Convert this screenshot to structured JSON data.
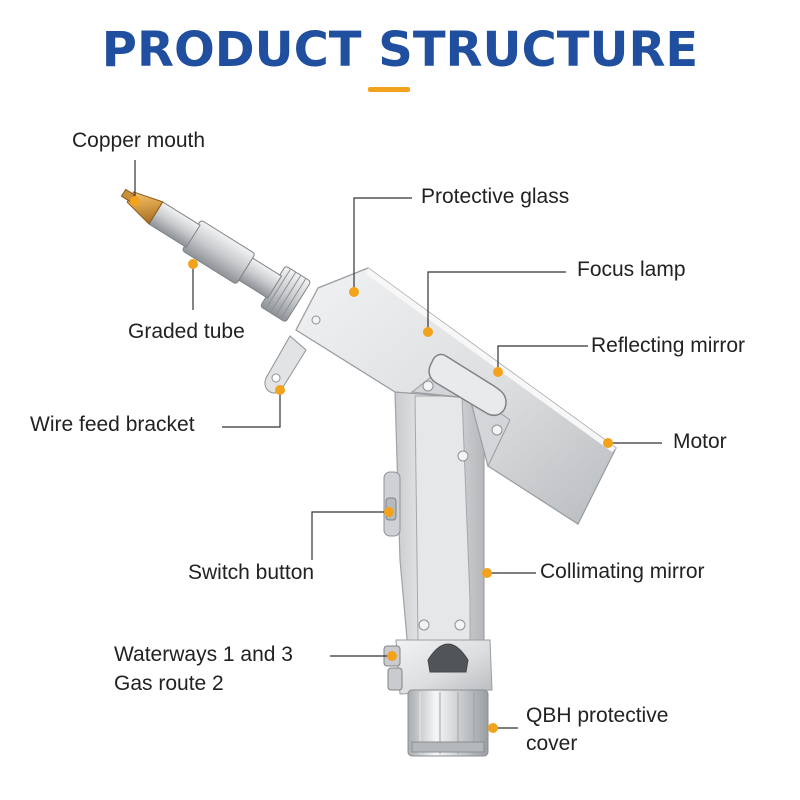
{
  "title": "PRODUCT STRUCTURE",
  "colors": {
    "title": "#1f4f9e",
    "accent": "#f3a21b",
    "leader": "#333333",
    "body": "#d8dadc"
  },
  "labels": {
    "copper_mouth": "Copper mouth",
    "graded_tube": "Graded tube",
    "wire_feed_bracket": "Wire feed bracket",
    "switch_button": "Switch button",
    "waterways_line1": "Waterways 1 and 3",
    "waterways_line2": "Gas route 2",
    "protective_glass": "Protective glass",
    "focus_lamp": "Focus lamp",
    "reflecting_mirror": "Reflecting mirror",
    "motor": "Motor",
    "collimating_mirror": "Collimating mirror",
    "qbh_line1": "QBH protective",
    "qbh_line2": "cover"
  }
}
